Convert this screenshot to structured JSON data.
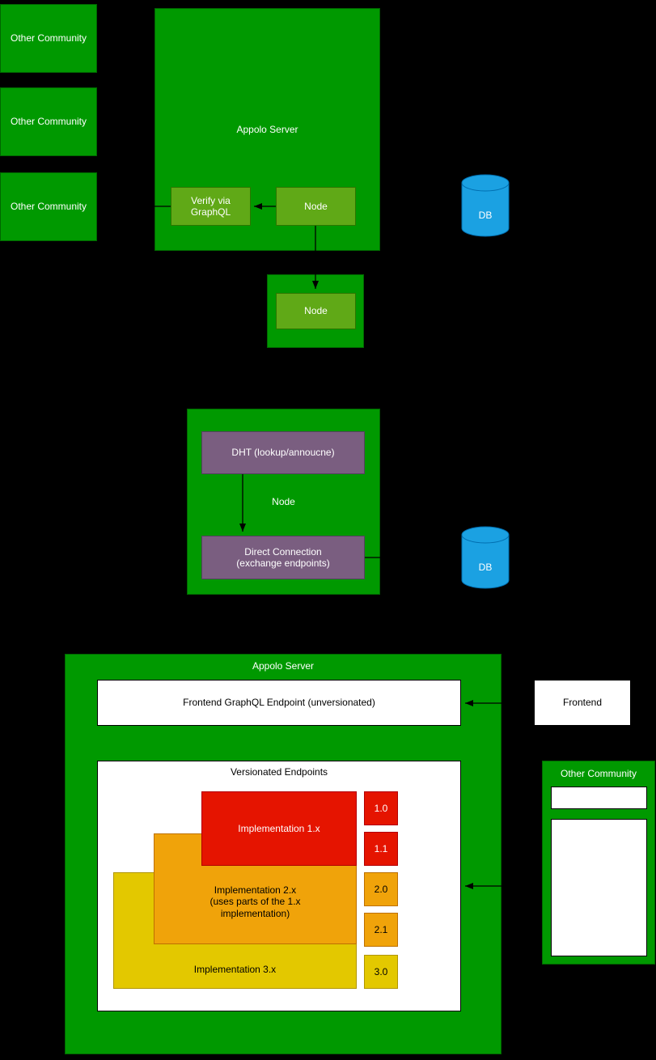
{
  "top_left": {
    "communities": [
      {
        "label": "Other Community"
      },
      {
        "label": "Other Community"
      },
      {
        "label": "Other Community"
      }
    ]
  },
  "appolo_top": {
    "title": "Appolo Server",
    "verify": {
      "line1": "Verify via",
      "line2": "GraphQL"
    },
    "node": "Node"
  },
  "standalone_node": {
    "label": "Node"
  },
  "p2p": {
    "title": "Node",
    "dht": "DHT (lookup/annoucne)",
    "direct": {
      "line1": "Direct Connection",
      "line2": "(exchange endpoints)"
    }
  },
  "databases": {
    "db1": "DB",
    "db2": "DB"
  },
  "appolo_bottom": {
    "title": "Appolo Server",
    "frontend_endpoint": "Frontend GraphQL Endpoint (unversionated)",
    "versionated": {
      "title": "Versionated Endpoints",
      "impl1": "Implementation 1.x",
      "impl2": {
        "line1": "Implementation 2.x",
        "line2": "(uses parts of the 1.x",
        "line3": "implementation)"
      },
      "impl3": "Implementation 3.x",
      "versions": [
        "1.0",
        "1.1",
        "2.0",
        "2.1",
        "3.0"
      ]
    }
  },
  "frontend": {
    "label": "Frontend"
  },
  "bottom_right": {
    "community_title": "Other Community"
  },
  "colors": {
    "background": "#000000",
    "green": "#009900",
    "light_green": "#60a917",
    "purple": "#7a5e80",
    "blue": "#1ba1e2",
    "red": "#e51400",
    "amber": "#f0a30a",
    "yellow": "#e3c800"
  }
}
